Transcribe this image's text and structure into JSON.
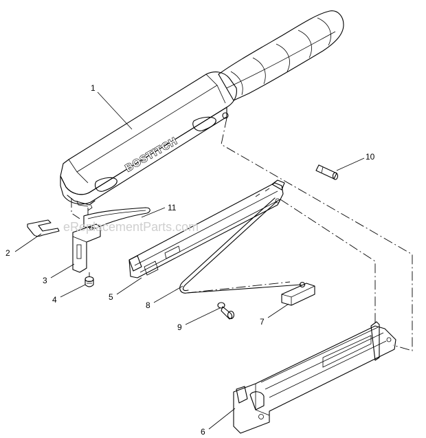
{
  "diagram": {
    "brand_text": "BOSTITCH",
    "watermark": "eReplacementParts.com"
  },
  "callouts": [
    {
      "id": "c1",
      "label": "1"
    },
    {
      "id": "c2",
      "label": "2"
    },
    {
      "id": "c3",
      "label": "3"
    },
    {
      "id": "c4",
      "label": "4"
    },
    {
      "id": "c5",
      "label": "5"
    },
    {
      "id": "c6",
      "label": "6"
    },
    {
      "id": "c7",
      "label": "7"
    },
    {
      "id": "c8",
      "label": "8"
    },
    {
      "id": "c9",
      "label": "9"
    },
    {
      "id": "c10",
      "label": "10"
    },
    {
      "id": "c11",
      "label": "11"
    }
  ]
}
